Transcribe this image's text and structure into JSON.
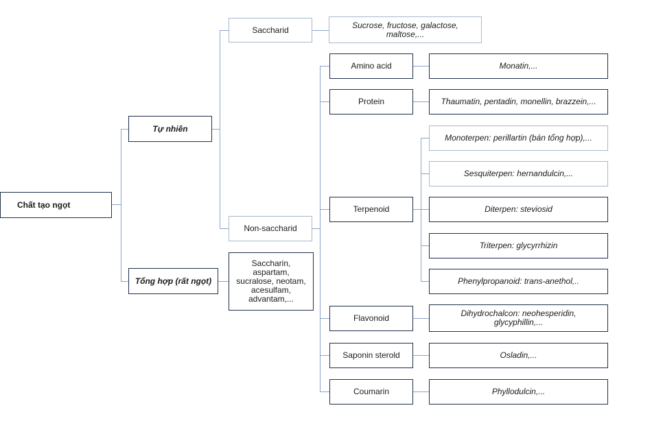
{
  "root": "Chất tạo ngọt",
  "tu_nhien": "Tự nhiên",
  "tong_hop": "Tổng hợp (rất ngọt)",
  "tong_hop_examples": "Saccharin, aspartam, sucralose, neotam, acesulfam, advantam,...",
  "saccharid": "Saccharid",
  "saccharid_examples": "Sucrose, fructose, galactose, maltose,...",
  "non_saccharid": "Non-saccharid",
  "amino_acid": "Amino acid",
  "amino_acid_examples": "Monatin,...",
  "protein": "Protein",
  "protein_examples": "Thaumatin, pentadin, monellin, brazzein,...",
  "terpenoid": "Terpenoid",
  "terpenoid_subs": {
    "mono": "Monoterpen: perillartin (bán tổng hợp),...",
    "sesqui": "Sesquiterpen: hernandulcin,...",
    "di": "Diterpen: steviosid",
    "tri": "Triterpen: glycyrrhizin",
    "phenyl": "Phenylpropanoid: trans-anethol,.."
  },
  "flavonoid": "Flavonoid",
  "flavonoid_examples": "Dihydrochalcon: neohesperidin, glycyphillin,...",
  "saponin": "Saponin sterold",
  "saponin_examples": "Osladin,...",
  "coumarin": "Coumarin",
  "coumarin_examples": "Phyllodulcin,..."
}
